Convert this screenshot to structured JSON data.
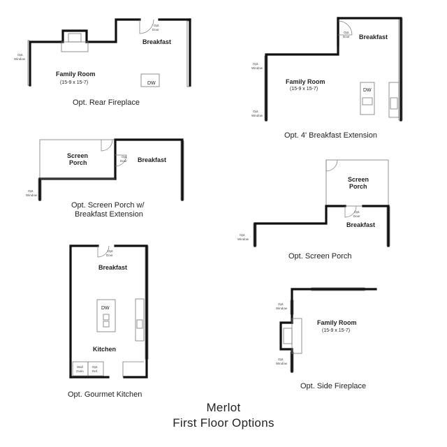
{
  "title": {
    "line1": "Merlot",
    "line2": "First Floor Options"
  },
  "panels": {
    "rear_fireplace": {
      "caption": "Opt. Rear Fireplace",
      "room1": "Family Room",
      "room1_dim": "(15-9 x 15-7)",
      "room2": "Breakfast",
      "opt_door": [
        "Opt.",
        "Door"
      ],
      "opt_window": [
        "Opt.",
        "Window"
      ],
      "dw": "DW"
    },
    "breakfast_ext": {
      "caption": "Opt. 4' Breakfast Extension",
      "room1": "Family Room",
      "room1_dim": "(15-9 x 15-7)",
      "room2": "Breakfast",
      "opt_door": [
        "Opt.",
        "Door"
      ],
      "opt_window_top": [
        "Opt.",
        "Window"
      ],
      "opt_window_bottom": [
        "Opt.",
        "Window"
      ],
      "dw": "DW"
    },
    "screen_porch_ext": {
      "caption1": "Opt. Screen Porch w/",
      "caption2": "Breakfast Extension",
      "room1": "Screen",
      "room1b": "Porch",
      "room2": "Breakfast",
      "opt_door": [
        "Opt.",
        "Door"
      ],
      "opt_window": [
        "Opt.",
        "Window"
      ]
    },
    "screen_porch": {
      "caption": "Opt. Screen Porch",
      "room1": "Screen",
      "room1b": "Porch",
      "room2": "Breakfast",
      "opt_door": [
        "Opt.",
        "Door"
      ],
      "opt_window": [
        "Opt.",
        "Window"
      ]
    },
    "gourmet_kitchen": {
      "caption": "Opt. Gourmet Kitchen",
      "room1": "Breakfast",
      "room2": "Kitchen",
      "opt_door": [
        "Opt.",
        "Door"
      ],
      "dw": "DW",
      "wall_oven": [
        "Wall",
        "Oven"
      ],
      "opt_ref": [
        "Opt.",
        "Ref."
      ]
    },
    "side_fireplace": {
      "caption": "Opt. Side Fireplace",
      "room1": "Family Room",
      "room1_dim": "(15-9 x 15-7)",
      "opt_window_top": [
        "Opt.",
        "Window"
      ],
      "opt_window_bottom": [
        "Opt.",
        "Window"
      ]
    }
  }
}
